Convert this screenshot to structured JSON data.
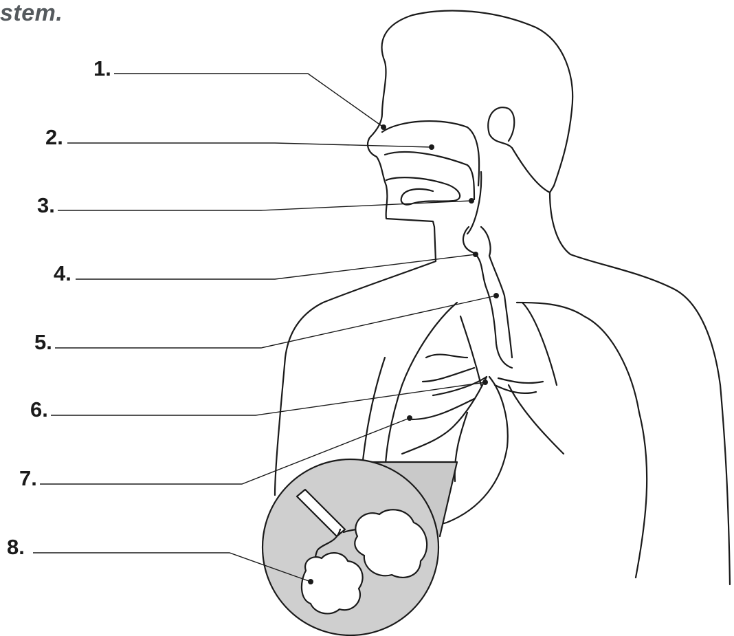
{
  "header": {
    "title_fragment": "stem."
  },
  "labels": [
    "1.",
    "2.",
    "3.",
    "4.",
    "5.",
    "6.",
    "7.",
    "8."
  ]
}
